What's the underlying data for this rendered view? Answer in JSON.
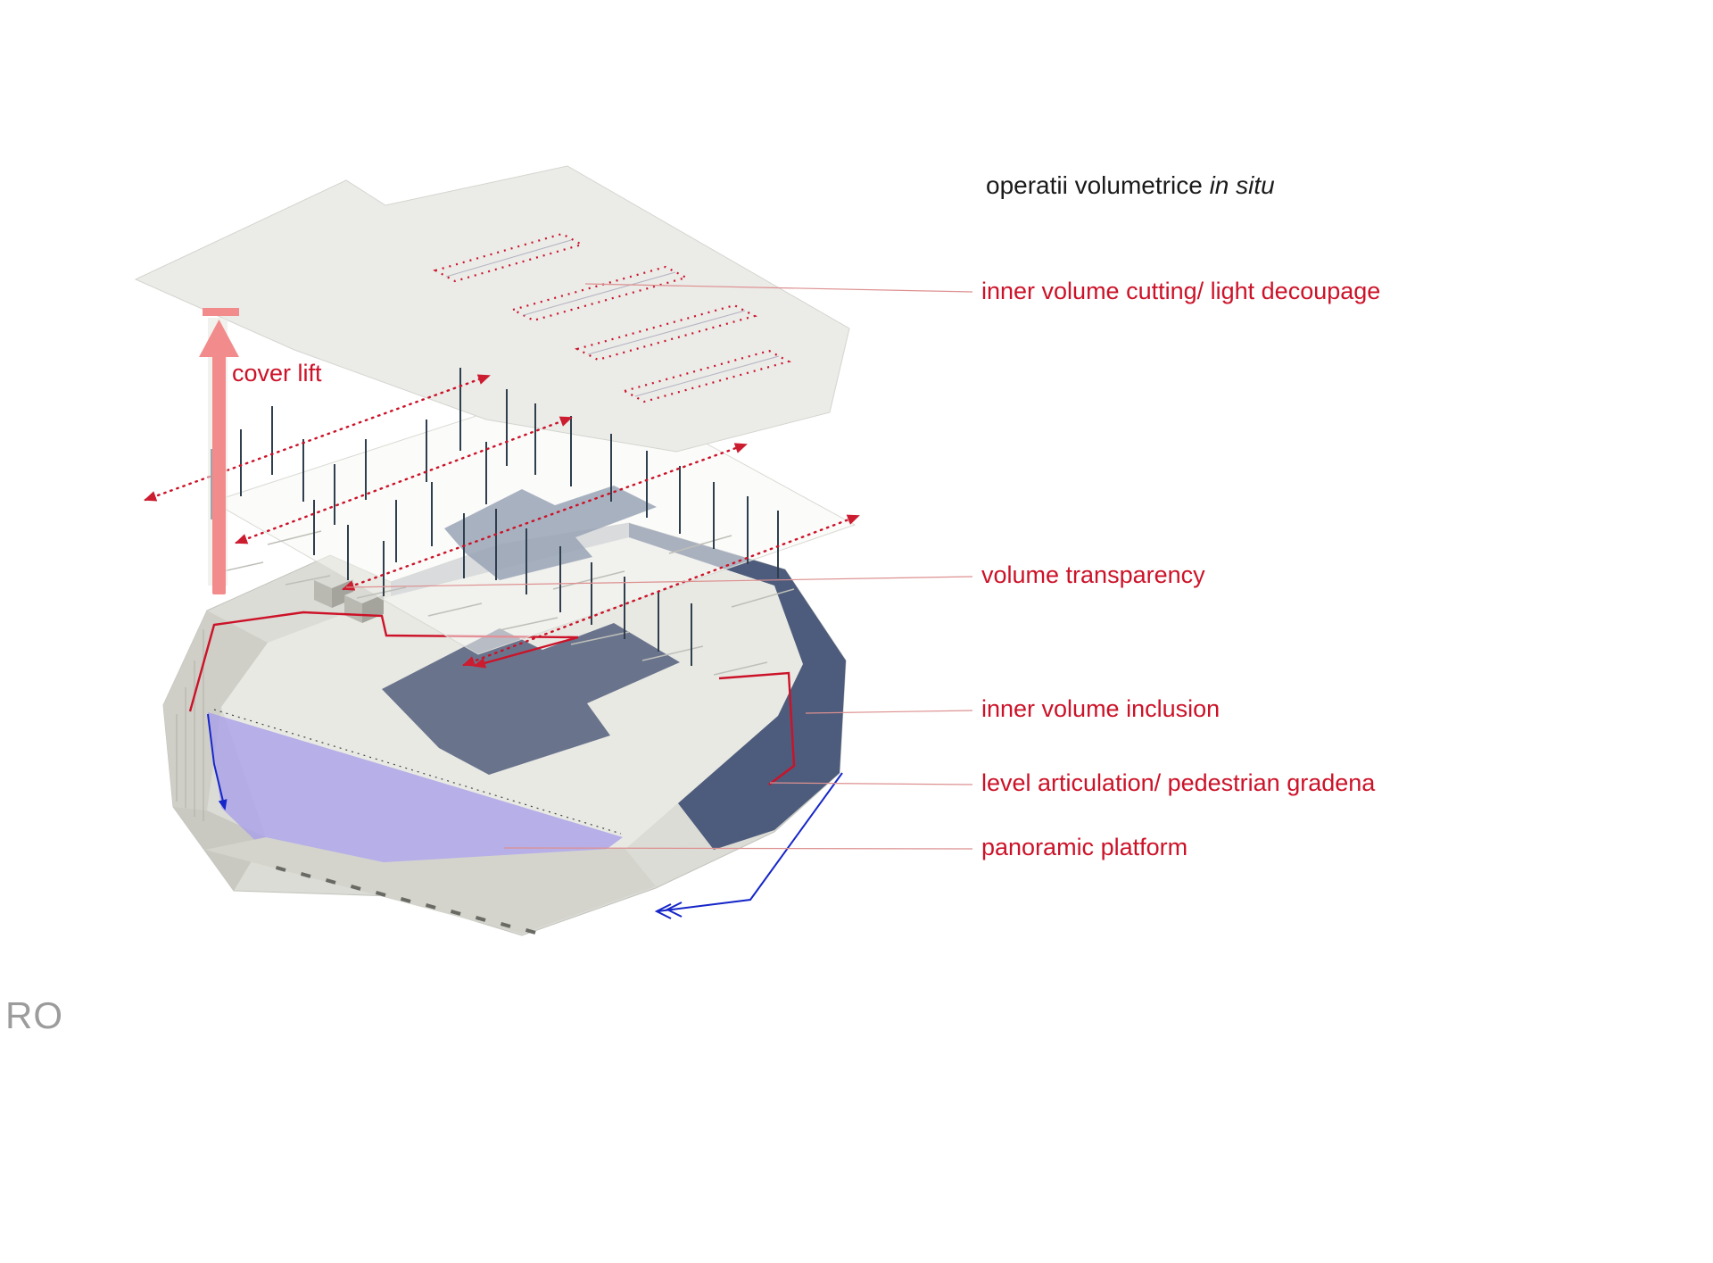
{
  "title": {
    "regular": "operatii volumetrice ",
    "italic": "in situ"
  },
  "annotations": {
    "cover_lift": "cover lift",
    "inner_volume_cutting": "inner volume cutting/ light decoupage",
    "volume_transparency": "volume transparency",
    "inner_volume_inclusion": "inner volume inclusion",
    "level_articulation": "level articulation/ pedestrian gradena",
    "panoramic_platform": "panoramic platform"
  },
  "footer": {
    "language_code": "RO"
  },
  "colors": {
    "accent_red": "#cc1228",
    "leader_pink": "#dd9090",
    "arrow_pink": "#f28c8c",
    "blue_line": "#1626c9",
    "purple_platform": "#a9a0e8",
    "title_dark": "#1a1a1a",
    "watermark_gray": "#9c9c9c"
  }
}
